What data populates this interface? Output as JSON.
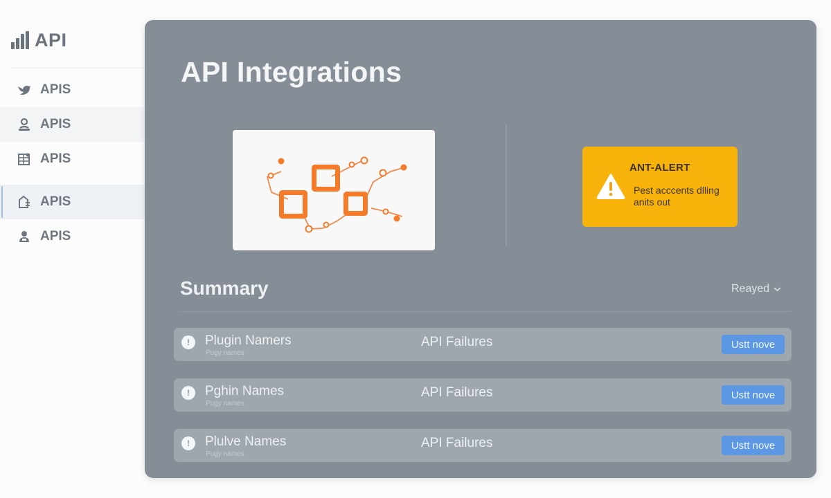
{
  "sidebar": {
    "brand": {
      "icon": "bar-chart-icon",
      "label": "API"
    },
    "items": [
      {
        "icon": "twitter-bird-icon",
        "label": "APIS",
        "state": "normal"
      },
      {
        "icon": "user-badge-icon",
        "label": "APIS",
        "state": "hover"
      },
      {
        "icon": "grid-document-icon",
        "label": "APIS",
        "state": "normal"
      },
      {
        "icon": "building-icon",
        "label": "APIS",
        "state": "active"
      },
      {
        "icon": "user-icon",
        "label": "APIS",
        "state": "normal"
      }
    ]
  },
  "main": {
    "title": "API Integrations",
    "diagram": {
      "icon": "integration-network-icon",
      "accent": "#f47b2a"
    },
    "alert": {
      "title": "ANT-ALERT",
      "icon": "warning-triangle-icon",
      "message": "Pest acccents dlling anits out",
      "color": "#f8b30a"
    },
    "summary": {
      "title": "Summary",
      "sort": {
        "selected": "Reayed",
        "icon": "chevron-down-icon"
      },
      "rows": [
        {
          "icon": "info-icon",
          "name": "Plugin Namers",
          "sub": "Pugy names",
          "status": "API Failures",
          "action": "Ustt nove"
        },
        {
          "icon": "info-icon",
          "name": "Pghin Names",
          "sub": "Pugy names",
          "status": "API Failures",
          "action": "Ustt nove"
        },
        {
          "icon": "info-icon",
          "name": "Plulve Names",
          "sub": "Pugy names",
          "status": "API Failures",
          "action": "Ustt nove"
        }
      ]
    },
    "colors": {
      "panel": "#858d96",
      "button": "#5b97e3"
    }
  }
}
